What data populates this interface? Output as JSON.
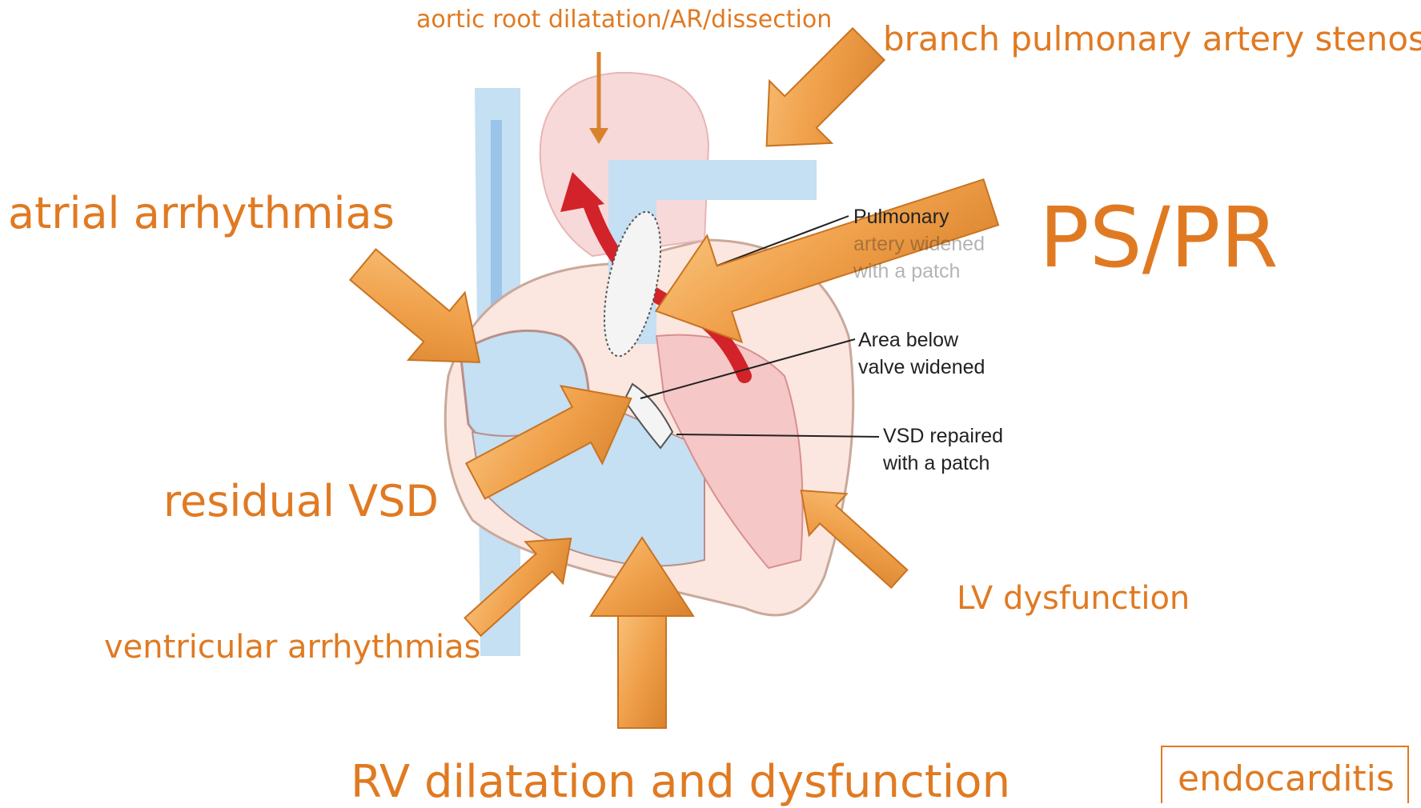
{
  "labels": {
    "aortic_root": "aortic root dilatation/AR/dissection",
    "branch_pa_stenosis": "branch pulmonary artery stenosis",
    "atrial_arrhythmias": "atrial arrhythmias",
    "ps_pr": "PS/PR",
    "residual_vsd": "residual VSD",
    "lv_dysfunction": "LV dysfunction",
    "ventricular_arrhythmias": "ventricular arrhythmias",
    "rv_dilatation": "RV dilatation and dysfunction",
    "endocarditis": "endocarditis"
  },
  "diagram_labels": {
    "pulmonary_artery": [
      "Pulmonary",
      "artery widened",
      "with a patch"
    ],
    "area_below_valve": [
      "Area below",
      "valve widened"
    ],
    "vsd_repaired": [
      "VSD repaired",
      "with a patch"
    ]
  },
  "colors": {
    "accent_orange": "#e07a22",
    "arrow_fill": "#f0a04a",
    "venous_blue": "#c5dff3",
    "arterial_pink": "#f7d9d9",
    "blood_red": "#d2232a"
  }
}
